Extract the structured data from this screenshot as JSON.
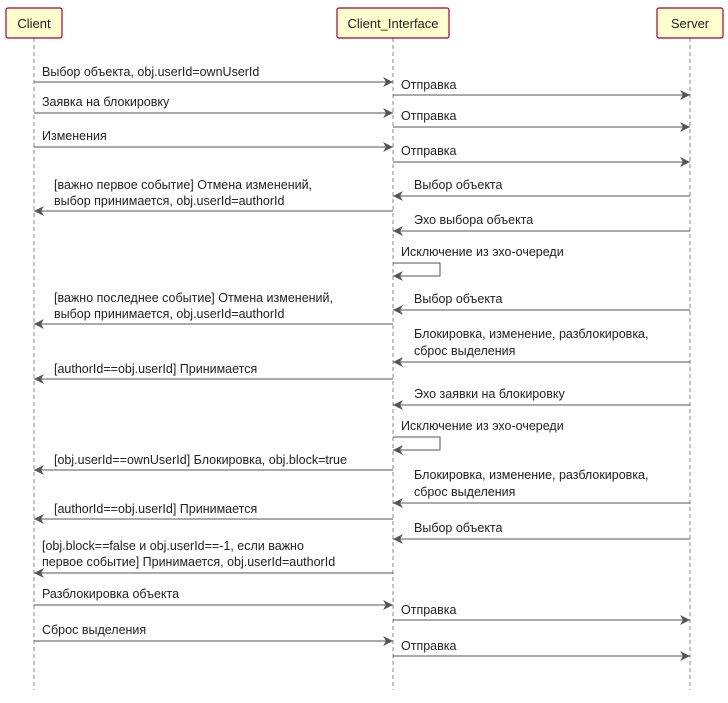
{
  "participants": [
    {
      "id": "client",
      "label": "Client"
    },
    {
      "id": "iface",
      "label": "Client_Interface"
    },
    {
      "id": "server",
      "label": "Server"
    }
  ],
  "messages": [
    {
      "from": "client",
      "to": "iface",
      "lines": [
        "Выбор объекта, obj.userId=ownUserId"
      ]
    },
    {
      "from": "iface",
      "to": "server",
      "lines": [
        "Отправка"
      ]
    },
    {
      "from": "client",
      "to": "iface",
      "lines": [
        "Заявка на блокировку"
      ]
    },
    {
      "from": "iface",
      "to": "server",
      "lines": [
        "Отправка"
      ]
    },
    {
      "from": "client",
      "to": "iface",
      "lines": [
        "Изменения"
      ]
    },
    {
      "from": "iface",
      "to": "server",
      "lines": [
        "Отправка"
      ]
    },
    {
      "from": "server",
      "to": "iface",
      "lines": [
        "Выбор объекта"
      ]
    },
    {
      "from": "iface",
      "to": "client",
      "lines": [
        "[важно первое событие] Отмена изменений,",
        "выбор принимается, obj.userId=authorId"
      ]
    },
    {
      "from": "server",
      "to": "iface",
      "lines": [
        "Эхо выбора объекта"
      ]
    },
    {
      "from": "iface",
      "to": "iface",
      "lines": [
        "Исключение из эхо-очереди"
      ]
    },
    {
      "from": "server",
      "to": "iface",
      "lines": [
        "Выбор объекта"
      ]
    },
    {
      "from": "iface",
      "to": "client",
      "lines": [
        "[важно последнее событие] Отмена изменений,",
        "выбор принимается, obj.userId=authorId"
      ]
    },
    {
      "from": "server",
      "to": "iface",
      "lines": [
        "Блокировка, изменение, разблокировка,",
        "сброс выделения"
      ]
    },
    {
      "from": "iface",
      "to": "client",
      "lines": [
        "[authorId==obj.userId] Принимается"
      ]
    },
    {
      "from": "server",
      "to": "iface",
      "lines": [
        "Эхо заявки на блокировку"
      ]
    },
    {
      "from": "iface",
      "to": "iface",
      "lines": [
        "Исключение из эхо-очереди"
      ]
    },
    {
      "from": "iface",
      "to": "client",
      "lines": [
        "[obj.userId==ownUserId] Блокировка, obj.block=true"
      ]
    },
    {
      "from": "server",
      "to": "iface",
      "lines": [
        "Блокировка, изменение, разблокировка,",
        "сброс выделения"
      ]
    },
    {
      "from": "iface",
      "to": "client",
      "lines": [
        "[authorId==obj.userId] Принимается"
      ]
    },
    {
      "from": "server",
      "to": "iface",
      "lines": [
        "Выбор объекта"
      ]
    },
    {
      "from": "iface",
      "to": "client",
      "lines": [
        "[obj.block==false и obj.userId==-1, если важно",
        "первое событие] Принимается, obj.userId=authorId"
      ]
    },
    {
      "from": "client",
      "to": "iface",
      "lines": [
        "Разблокировка объекта"
      ]
    },
    {
      "from": "iface",
      "to": "server",
      "lines": [
        "Отправка"
      ]
    },
    {
      "from": "client",
      "to": "iface",
      "lines": [
        "Сброс выделения"
      ]
    },
    {
      "from": "iface",
      "to": "server",
      "lines": [
        "Отправка"
      ]
    }
  ]
}
